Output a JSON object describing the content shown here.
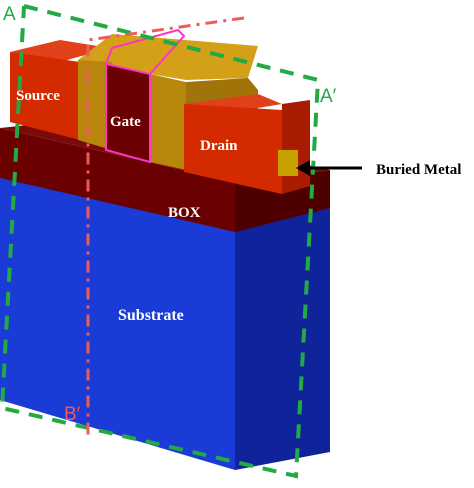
{
  "diagram": {
    "labels": {
      "source": "Source",
      "gate": "Gate",
      "drain": "Drain",
      "box": "BOX",
      "substrate": "Substrate",
      "buried_metal": "Buried Metal"
    },
    "cut_lines": {
      "a_start": "A",
      "a_end": "A′",
      "b_end": "B′"
    },
    "colors": {
      "substrate_front": "#1a3bd6",
      "substrate_side": "#0f249a",
      "box_front": "#6b0000",
      "box_side": "#4e0000",
      "box_top": "#7a0a0a",
      "source_drain_front": "#d42a00",
      "source_drain_top": "#e0401a",
      "source_drain_side": "#a81c00",
      "gate_front": "#6b0000",
      "gate_metal": "#b8860b",
      "gate_metal_top": "#d4a017",
      "buried_metal": "#c8a000",
      "cut_line_a": "#22aa44",
      "cut_line_b": "#ef5a5a",
      "gate_outline": "#ff33cc"
    }
  }
}
